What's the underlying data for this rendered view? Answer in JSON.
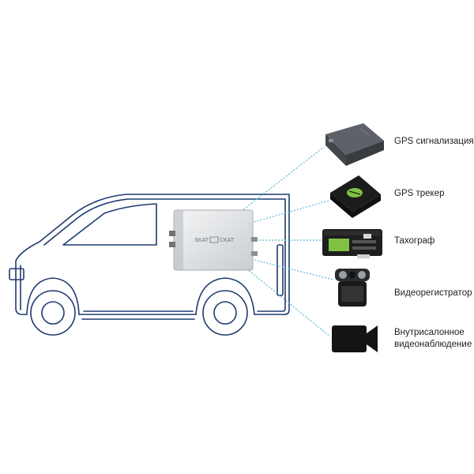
{
  "colors": {
    "van_outline": "#1f3b70",
    "connector": "#5ab7d8",
    "device_dark": "#1a1a1a",
    "unit_body": "#e6e8ea",
    "accent_green": "#7fc242"
  },
  "unit": {
    "logo_left": "SKAT",
    "logo_right": "CKAT"
  },
  "devices": [
    {
      "id": "gps-alarm",
      "icon": "gps-alarm-icon",
      "label_lines": [
        "GPS сигнализация"
      ]
    },
    {
      "id": "gps-tracker",
      "icon": "gps-tracker-icon",
      "label_lines": [
        "GPS трекер"
      ]
    },
    {
      "id": "tachograph",
      "icon": "tachograph-icon",
      "label_lines": [
        "Тахограф"
      ]
    },
    {
      "id": "dashcam",
      "icon": "dashcam-icon",
      "label_lines": [
        "Видеорегистратор"
      ]
    },
    {
      "id": "cabin-camera",
      "icon": "video-camera-icon",
      "label_lines": [
        "Внутрисалонное",
        "видеонаблюдение"
      ]
    }
  ]
}
